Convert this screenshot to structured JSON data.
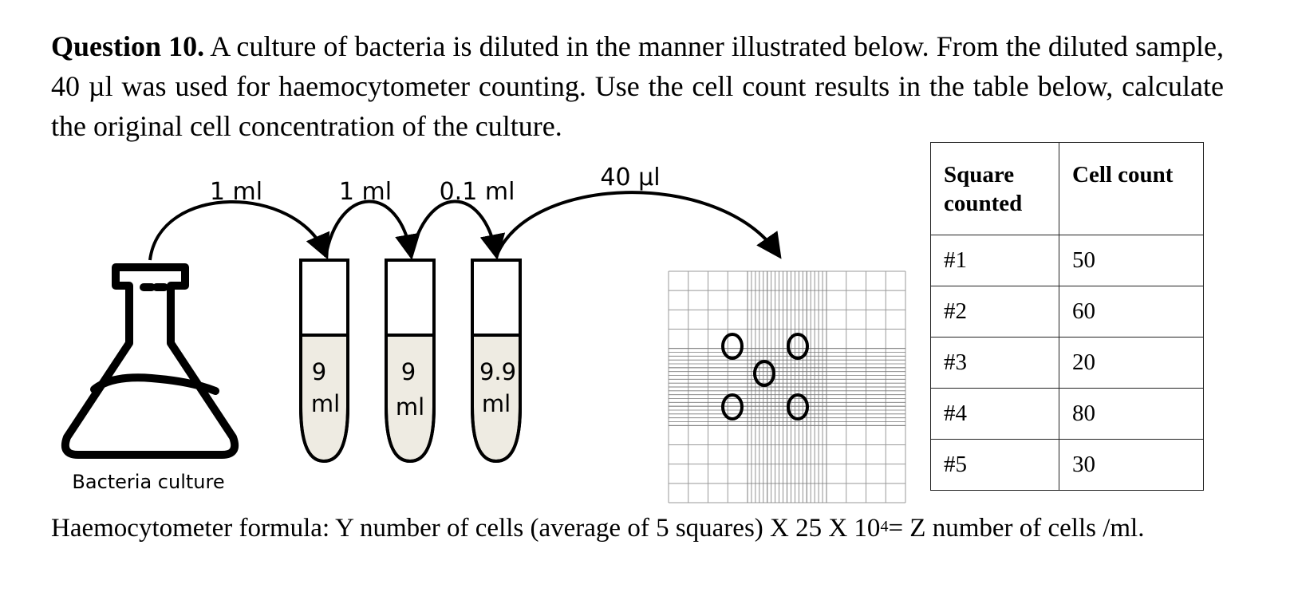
{
  "question": {
    "label": "Question 10.",
    "text": " A culture of bacteria is diluted in the manner illustrated below. From the diluted sample, 40 µl was used for haemocytometer counting. Use the cell count results in the table below, calculate the original cell concentration of the culture."
  },
  "diagram": {
    "transfers": [
      "1 ml",
      "1 ml",
      "0.1 ml",
      "40 µl"
    ],
    "tubes": [
      {
        "volume": "9",
        "unit": "ml"
      },
      {
        "volume": "9",
        "unit": "ml"
      },
      {
        "volume": "9.9",
        "unit": "ml"
      }
    ],
    "flask_label": "Bacteria culture"
  },
  "table": {
    "headers": [
      "Square counted",
      "Cell count"
    ],
    "rows": [
      {
        "square": "#1",
        "count": "50"
      },
      {
        "square": "#2",
        "count": "60"
      },
      {
        "square": "#3",
        "count": "20"
      },
      {
        "square": "#4",
        "count": "80"
      },
      {
        "square": "#5",
        "count": "30"
      }
    ]
  },
  "formula": {
    "before_sup": "Haemocytometer formula: Y number of cells (average of 5 squares) X 25 X 10",
    "sup": "4",
    "after_sup": "= Z number of cells /ml."
  }
}
